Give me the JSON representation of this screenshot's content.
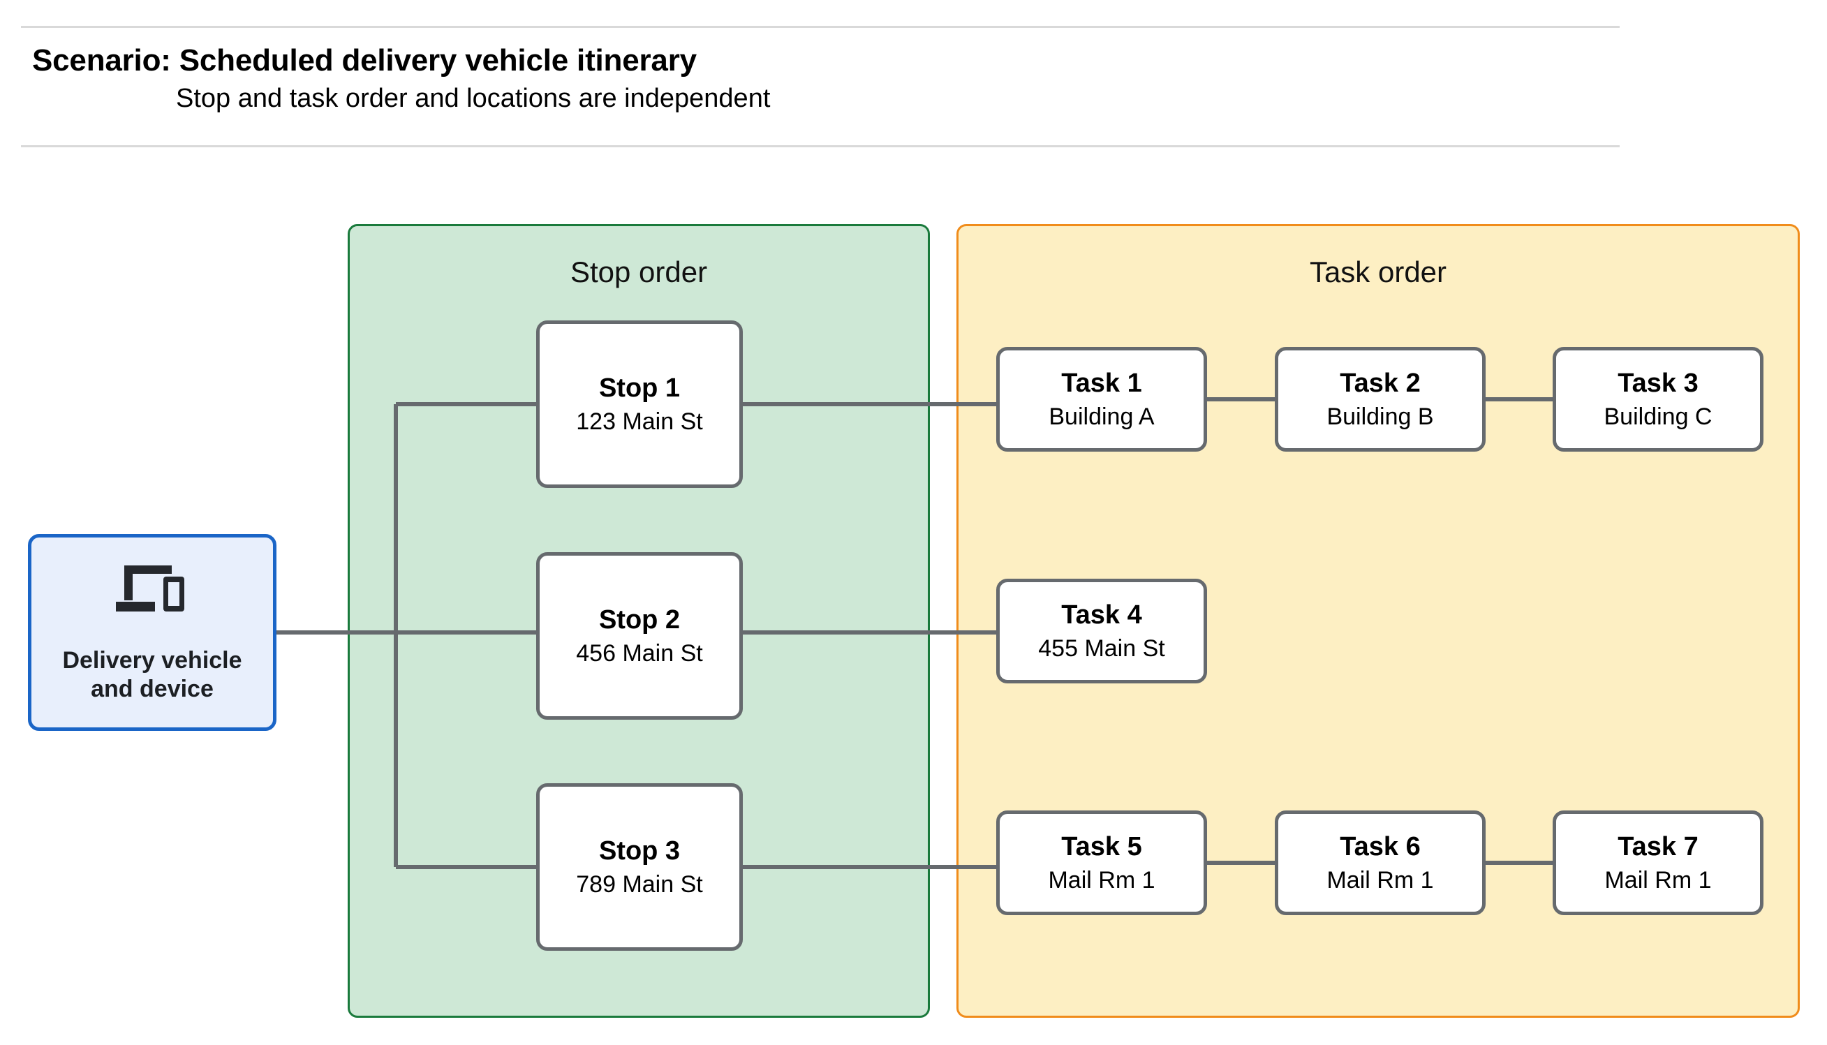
{
  "header": {
    "title": "Scenario: Scheduled delivery vehicle itinerary",
    "subtitle": "Stop and task order and locations are independent"
  },
  "vehicle": {
    "label": "Delivery vehicle\nand device",
    "icon": "devices-icon",
    "border_color": "#1a65c7",
    "fill_color": "#e8effc"
  },
  "panels": {
    "stop_order": {
      "title": "Stop order",
      "fill_color": "#cee8d6",
      "border_color": "#1a7a3c"
    },
    "task_order": {
      "title": "Task order",
      "fill_color": "#fdefc3",
      "border_color": "#f08c1b"
    }
  },
  "stops": [
    {
      "title": "Stop 1",
      "location": "123 Main St"
    },
    {
      "title": "Stop 2",
      "location": "456 Main St"
    },
    {
      "title": "Stop 3",
      "location": "789 Main St"
    }
  ],
  "tasks": [
    {
      "title": "Task 1",
      "location": "Building A"
    },
    {
      "title": "Task 2",
      "location": "Building B"
    },
    {
      "title": "Task 3",
      "location": "Building C"
    },
    {
      "title": "Task 4",
      "location": "455 Main St"
    },
    {
      "title": "Task 5",
      "location": "Mail Rm 1"
    },
    {
      "title": "Task 6",
      "location": "Mail Rm 1"
    },
    {
      "title": "Task 7",
      "location": "Mail Rm 1"
    }
  ],
  "colors": {
    "connector": "#666a6e",
    "card_border": "#666a6e",
    "rule": "#d9d9d9",
    "text": "#000000"
  }
}
